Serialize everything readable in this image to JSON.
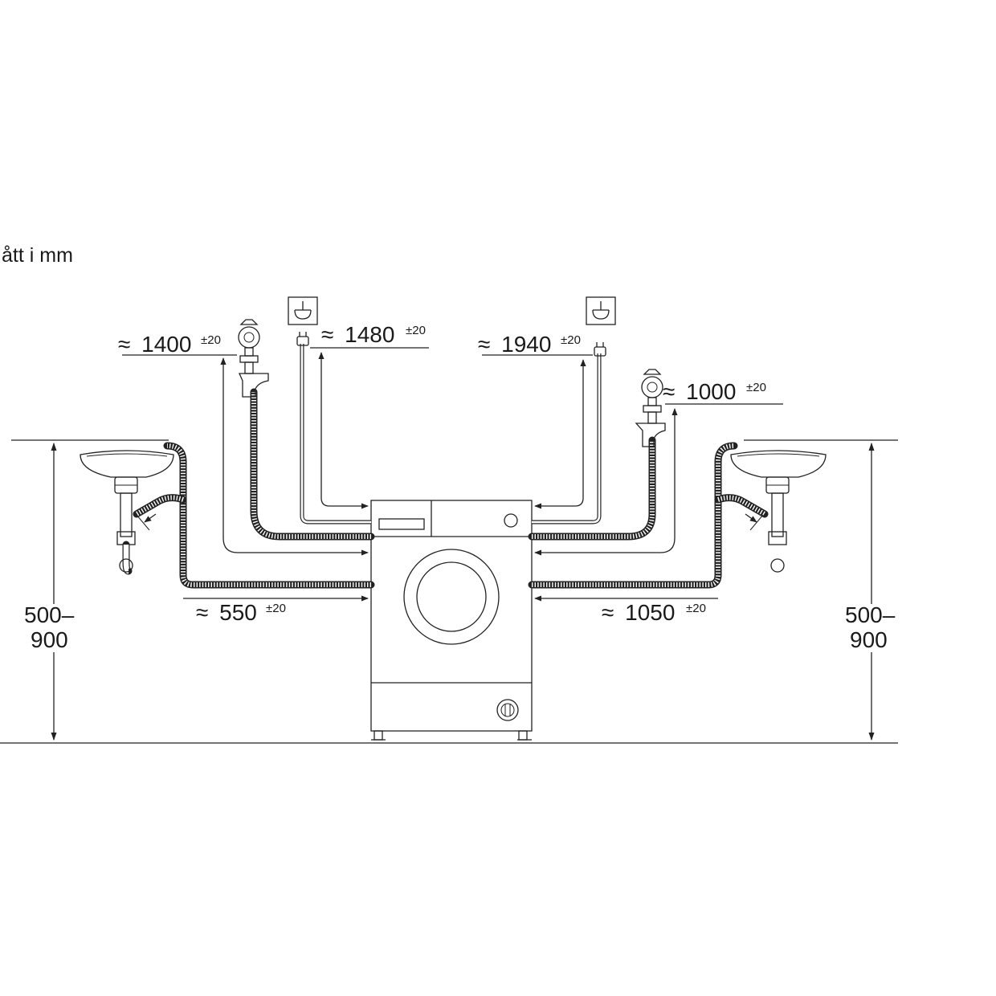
{
  "header": {
    "units_note": "ått i mm"
  },
  "dimensions": {
    "inlet_hose_left": {
      "approx": "≈",
      "value": "1400",
      "tolerance": "±20"
    },
    "power_cable_left": {
      "approx": "≈",
      "value": "1480",
      "tolerance": "±20"
    },
    "power_cable_right": {
      "approx": "≈",
      "value": "1940",
      "tolerance": "±20"
    },
    "inlet_hose_right": {
      "approx": "≈",
      "value": "1000",
      "tolerance": "±20"
    },
    "drain_hose_left": {
      "approx": "≈",
      "value": "550",
      "tolerance": "±20"
    },
    "drain_hose_right": {
      "approx": "≈",
      "value": "1050",
      "tolerance": "±20"
    },
    "sink_height_left": {
      "line1": "500–",
      "line2": "900"
    },
    "sink_height_right": {
      "line1": "500–",
      "line2": "900"
    }
  },
  "icons": [
    "socket-icon",
    "plug-icon",
    "water-tap-icon",
    "sink-icon",
    "washing-machine-icon"
  ],
  "colors": {
    "line": "#222222",
    "background": "#ffffff"
  }
}
